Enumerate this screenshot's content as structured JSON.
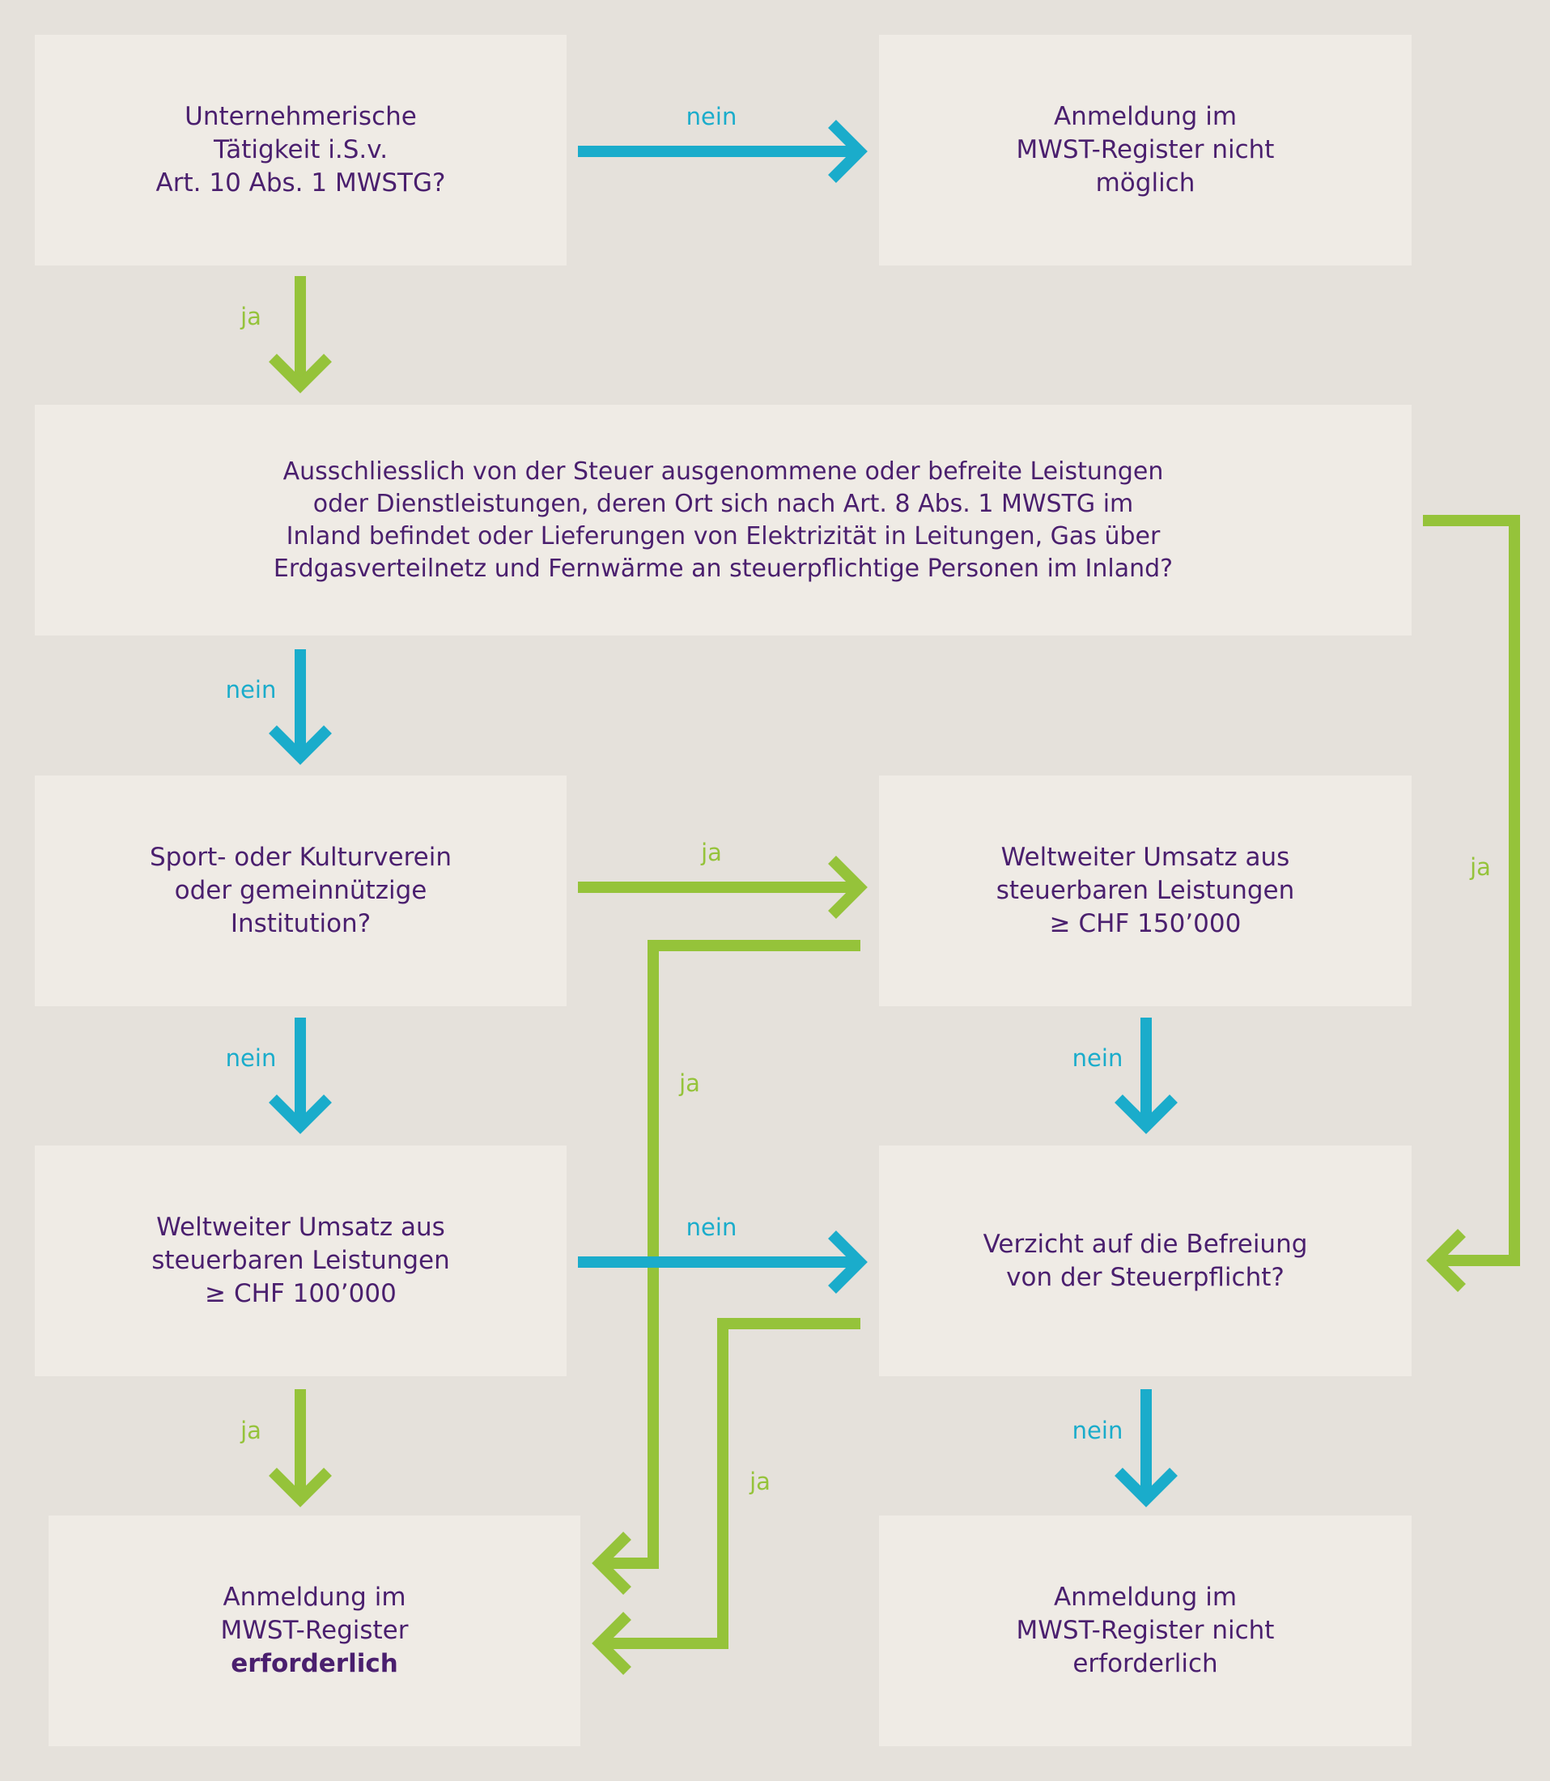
{
  "colors": {
    "background": "#e5e1db",
    "box": "#efebe5",
    "text": "#4a1f6e",
    "ja": "#95c33a",
    "nein": "#1aaccb"
  },
  "nodes": {
    "unternehmerische": [
      "Unternehmerische",
      "Tätigkeit i.S.v.",
      "Art. 10 Abs. 1 MWSTG?"
    ],
    "register_nicht_moeglich": [
      "Anmeldung im",
      "MWST-Register nicht",
      "möglich"
    ],
    "ausschliesslich": [
      "Ausschliesslich von der Steuer ausgenommene oder befreite Leistungen",
      "oder Dienstleistungen, deren Ort sich nach Art. 8 Abs. 1 MWSTG im",
      "Inland befindet oder Lieferungen von Elektrizität in Leitungen, Gas über",
      "Erdgasverteilnetz und Fernwärme an steuerpflichtige Personen im Inland?"
    ],
    "sportverein": [
      "Sport- oder Kulturverein",
      "oder gemeinnützige",
      "Institution?"
    ],
    "umsatz_150": [
      "Weltweiter Umsatz aus",
      "steuerbaren Leistungen",
      "≥ CHF 150’000"
    ],
    "umsatz_100": [
      "Weltweiter Umsatz aus",
      "steuerbaren Leistungen",
      "≥ CHF 100’000"
    ],
    "verzicht": [
      "Verzicht auf die Befreiung",
      "von der Steuerpflicht?"
    ],
    "erforderlich": [
      "Anmeldung im",
      "MWST-Register",
      "erforderlich"
    ],
    "nicht_erforderlich": [
      "Anmeldung im",
      "MWST-Register nicht",
      "erforderlich"
    ]
  },
  "edge_labels": {
    "ja": "ja",
    "nein": "nein"
  }
}
